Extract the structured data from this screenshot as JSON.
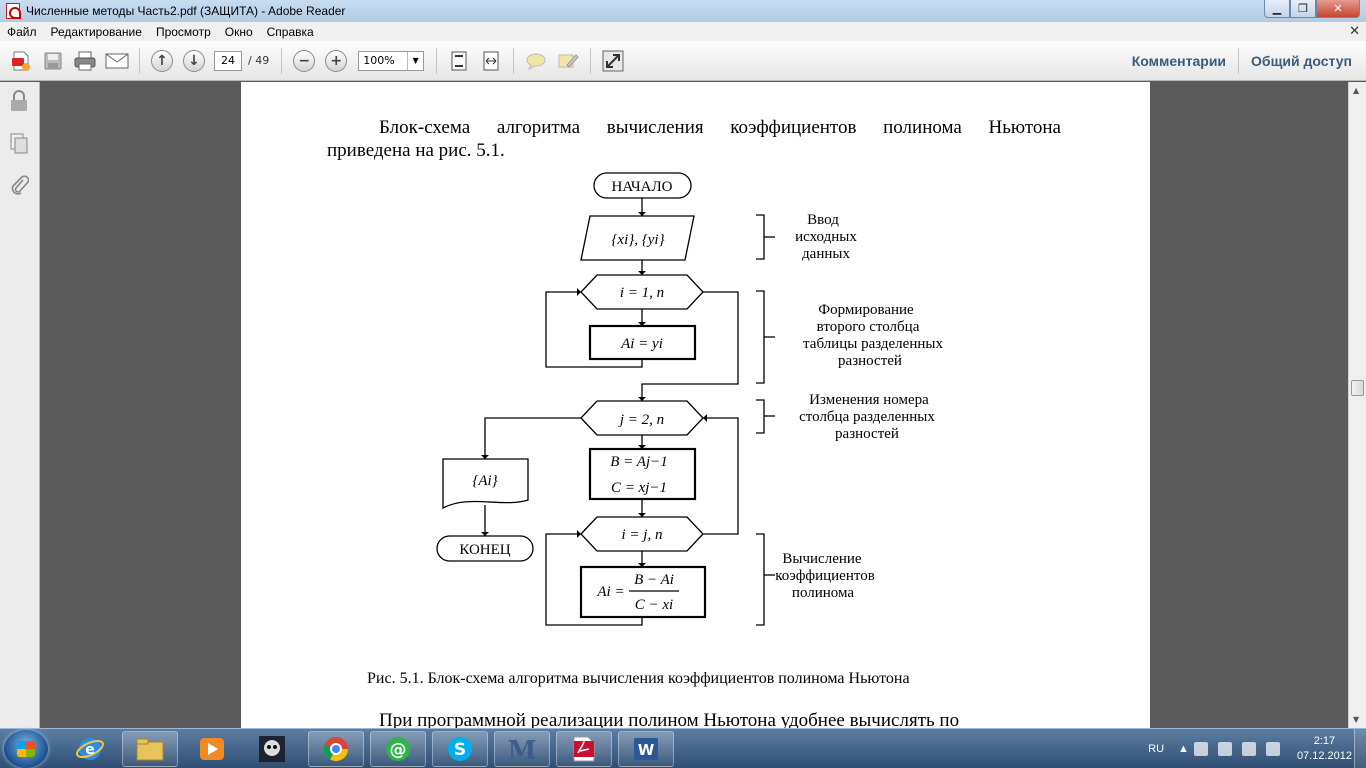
{
  "window": {
    "title": "Численные методы Часть2.pdf (ЗАЩИТА) - Adobe Reader",
    "minimize": "▁",
    "maximize": "❐",
    "close": "✕"
  },
  "menu": {
    "items": [
      "Файл",
      "Редактирование",
      "Просмотр",
      "Окно",
      "Справка"
    ],
    "close": "✕"
  },
  "toolbar": {
    "current_page": "24",
    "page_count": "/ 49",
    "zoom": "100%",
    "comments": "Комментарии",
    "share": "Общий доступ"
  },
  "document": {
    "intro_line1": "Блок-схема алгоритма вычисления коэффициентов полинома Ньютона",
    "intro_line2": "приведена на рис. 5.1.",
    "caption": "Рис. 5.1. Блок-схема алгоритма вычисления коэффициентов полинома Ньютона",
    "next_line": "При программной реализации полином Ньютона удобнее вычислять по",
    "flowchart": {
      "start": "НАЧАЛО",
      "end": "КОНЕЦ",
      "input": "{xi}, {yi}",
      "loop1": "i = 1, n",
      "assign1": "Ai = yi",
      "loop2": "j = 2, n",
      "output": "{Ai}",
      "assign_b": "B = Aj−1",
      "assign_c": "C = xj−1",
      "loop3": "i = j, n",
      "formula_lhs": "Ai =",
      "formula_num": "B − Ai",
      "formula_den": "C − xi",
      "note1": [
        "Ввод",
        "исходных",
        "данных"
      ],
      "note2": [
        "Формирование",
        "второго столбца",
        "таблицы разделенных",
        "разностей"
      ],
      "note3": [
        "Изменения номера",
        "столбца разделенных",
        "разностей"
      ],
      "note4": [
        "Вычисление",
        "коэффициентов",
        "полинома"
      ]
    }
  },
  "taskbar": {
    "language": "RU",
    "time": "2:17",
    "date": "07.12.2012"
  }
}
